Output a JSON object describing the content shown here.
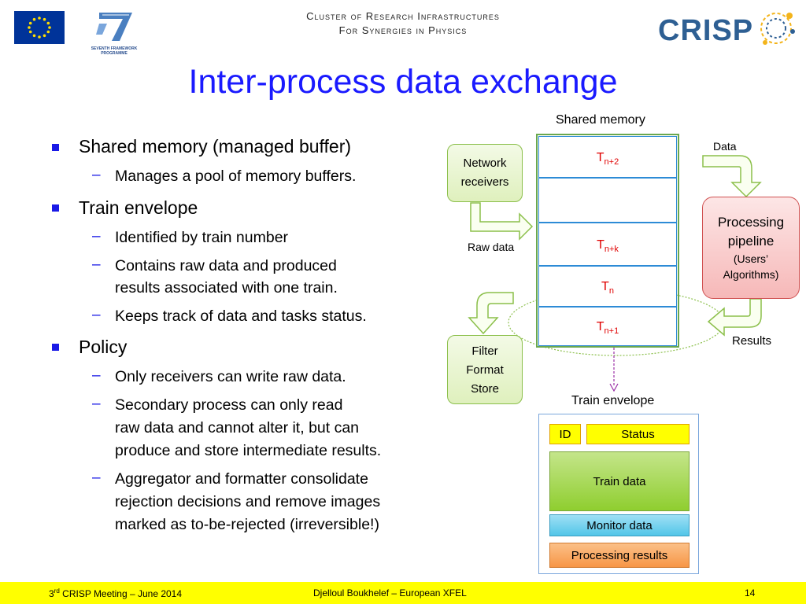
{
  "header": {
    "consortium_line1": "Cluster of Research Infrastructures",
    "consortium_line2": "For Synergies in Physics",
    "fp7_caption": "SEVENTH FRAMEWORK PROGRAMME",
    "crisp_logo_text": "CRISP"
  },
  "slide": {
    "title": "Inter-process data exchange",
    "bullets": {
      "b1": "Shared memory (managed buffer)",
      "b1_1": "Manages a pool of memory buffers.",
      "b2": "Train envelope",
      "b2_1": "Identified by train number",
      "b2_2_l1": "Contains raw data and produced",
      "b2_2_l2": "results associated with one train.",
      "b2_3": "Keeps track of data and tasks status.",
      "b3": "Policy",
      "b3_1": "Only receivers can write raw data.",
      "b3_2_l1": "Secondary process can only read",
      "b3_2_l2": "raw data and cannot alter it, but can",
      "b3_2_l3": "produce and store intermediate results.",
      "b3_3_l1": "Aggregator and formatter consolidate",
      "b3_3_l2": "rejection decisions and remove images",
      "b3_3_l3": "marked  as to-be-rejected (irreversible!)"
    }
  },
  "diagram": {
    "shared_memory_label": "Shared memory",
    "slots": [
      {
        "t": "T",
        "sub": "n+2"
      },
      {
        "t": "",
        "sub": ""
      },
      {
        "t": "T",
        "sub": "n+k"
      },
      {
        "t": "T",
        "sub": "n"
      },
      {
        "t": "T",
        "sub": "n+1"
      }
    ],
    "network_receivers_l1": "Network",
    "network_receivers_l2": "receivers",
    "raw_data_label": "Raw data",
    "data_label": "Data",
    "processing_l1": "Processing",
    "processing_l2": "pipeline",
    "processing_l3": "(Users’",
    "processing_l4": "Algorithms)",
    "results_label": "Results",
    "filter_l1": "Filter",
    "filter_l2": "Format",
    "filter_l3": "Store",
    "train_envelope_label": "Train envelope",
    "envelope": {
      "id": "ID",
      "status": "Status",
      "train_data": "Train data",
      "monitor_data": "Monitor data",
      "processing_results": "Processing results"
    },
    "colors": {
      "slot_border": "#2d8bd6",
      "memory_border": "#6aa84f",
      "slot_text": "#e00000",
      "processing_fill": "#f8c4c4",
      "id_status_fill": "#ffff00",
      "train_data_fill": "#8fce2f",
      "monitor_fill": "#52c6e8",
      "results_fill": "#f79646"
    }
  },
  "footer": {
    "meeting_pre": "3",
    "meeting_sup": "rd",
    "meeting_post": " CRISP Meeting – June 2014",
    "author": "Djelloul Boukhelef – European XFEL",
    "page": "14"
  }
}
